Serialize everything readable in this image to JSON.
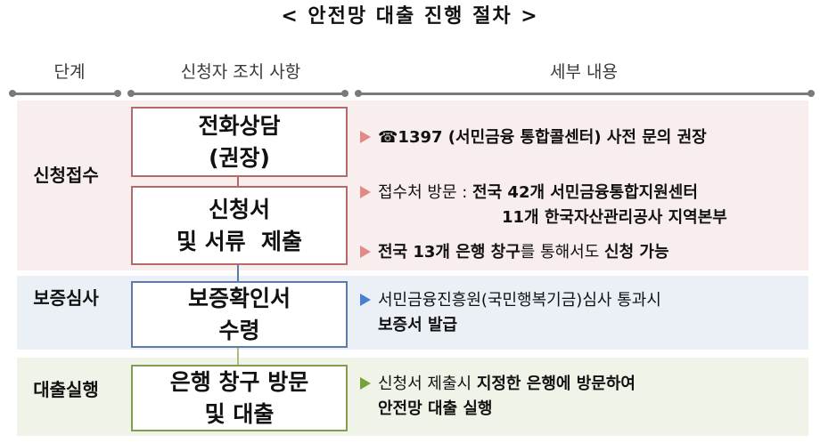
{
  "title": "< 안전망 대출 진행 절차 >",
  "headers": {
    "stage": "단계",
    "applicant_action": "신청자 조치 사항",
    "details": "세부 내용"
  },
  "colors": {
    "band_pink": "#f9eeee",
    "band_blue": "#ebf0f7",
    "band_green": "#f0f3e8",
    "border_red": "#b56a6a",
    "border_blue": "#5d7aa8",
    "border_green": "#7f9e4e",
    "arrow_pink": "#e08a8a",
    "arrow_blue": "#4a7fd0",
    "arrow_green": "#7aa03a"
  },
  "stages": [
    {
      "label": "신청접수",
      "steps": [
        {
          "line1": "전화상담",
          "line2": "(권장)"
        },
        {
          "line1": "신청서",
          "line2": "및 서류  제출"
        }
      ],
      "details": {
        "item1": {
          "icon": "phone-icon",
          "icon_glyph": "☎",
          "bold": "1397 (서민금융 통합콜센터) 사전 문의 권장"
        },
        "item2": {
          "normal": "접수처 방문 : ",
          "bold_line1": "전국 42개 서민금융통합지원센터",
          "bold_line2": "11개 한국자산관리공사 지역본부"
        },
        "item3": {
          "part1_bold": "전국 13개 은행 창구",
          "part2_normal": "를 통해서도 ",
          "part3_bold": "신청 가능"
        }
      }
    },
    {
      "label": "보증심사",
      "steps": [
        {
          "line1": "보증확인서",
          "line2": "수령"
        }
      ],
      "details": {
        "line1": "서민금융진흥원(국민행복기금)심사 통과시",
        "line2": "보증서 발급"
      }
    },
    {
      "label": "대출실행",
      "steps": [
        {
          "line1": "은행 창구 방문",
          "line2": "및 대출"
        }
      ],
      "details": {
        "line1_normal": "신청서 제출시 ",
        "line1_bold": "지정한 은행에 방문하여",
        "line2_bold": "안전망 대출 실행"
      }
    }
  ]
}
